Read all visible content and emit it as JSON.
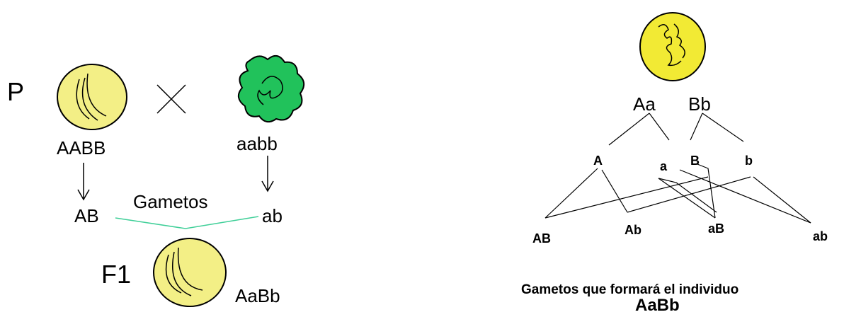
{
  "left": {
    "parent_label": "P",
    "parent1_genotype": "AABB",
    "parent2_genotype": "aabb",
    "gamete1": "AB",
    "gamete2": "ab",
    "gametes_label": "Gametos",
    "f1_label": "F1",
    "f1_genotype": "AaBb"
  },
  "right": {
    "gene_a": "Aa",
    "gene_b": "Bb",
    "allele_A": "A",
    "allele_a": "a",
    "allele_B": "B",
    "allele_b": "b",
    "gametes": [
      "AB",
      "Ab",
      "aB",
      "ab"
    ],
    "caption_line1": "Gametos  que formará el individuo",
    "caption_line2": "AaBb"
  },
  "colors": {
    "yellow_seed": "#f3ef86",
    "bright_yellow_seed": "#f2ea34",
    "green_seed": "#21c25b",
    "gamete_line": "#3fcf98"
  }
}
